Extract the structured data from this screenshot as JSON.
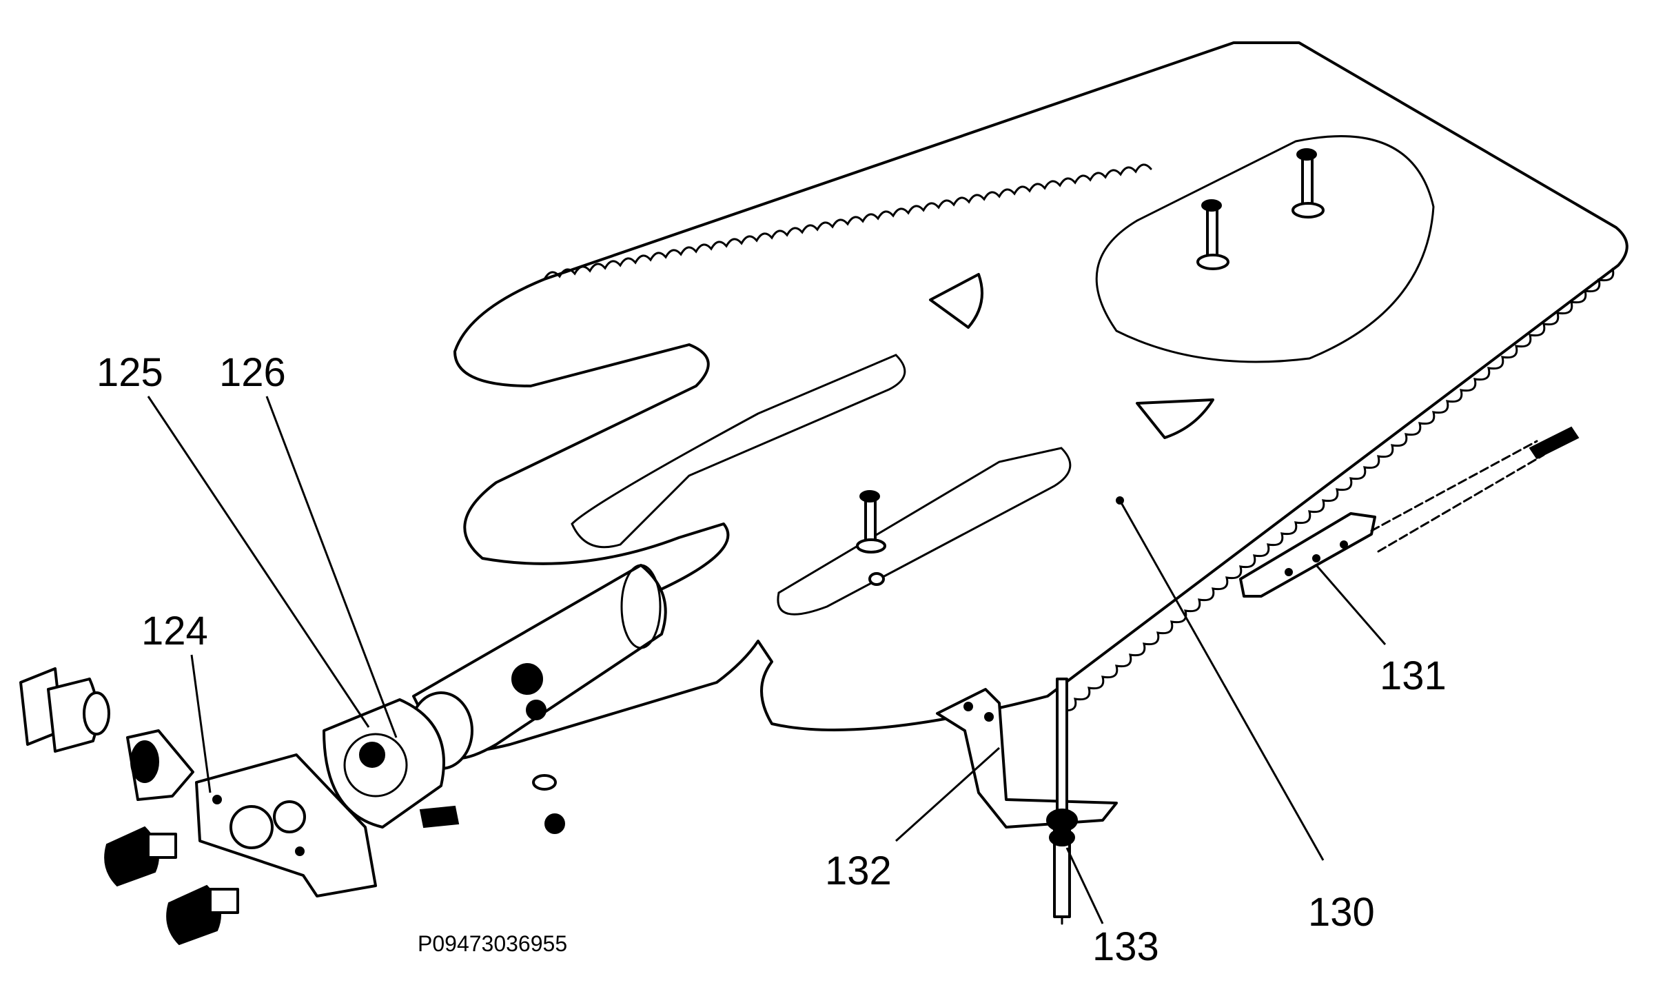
{
  "diagram": {
    "reference_code": "P09473036955",
    "callouts": [
      {
        "id": "c124",
        "label": "124"
      },
      {
        "id": "c125",
        "label": "125"
      },
      {
        "id": "c126",
        "label": "126"
      },
      {
        "id": "c130",
        "label": "130"
      },
      {
        "id": "c131",
        "label": "131"
      },
      {
        "id": "c132",
        "label": "132"
      },
      {
        "id": "c133",
        "label": "133"
      }
    ]
  }
}
